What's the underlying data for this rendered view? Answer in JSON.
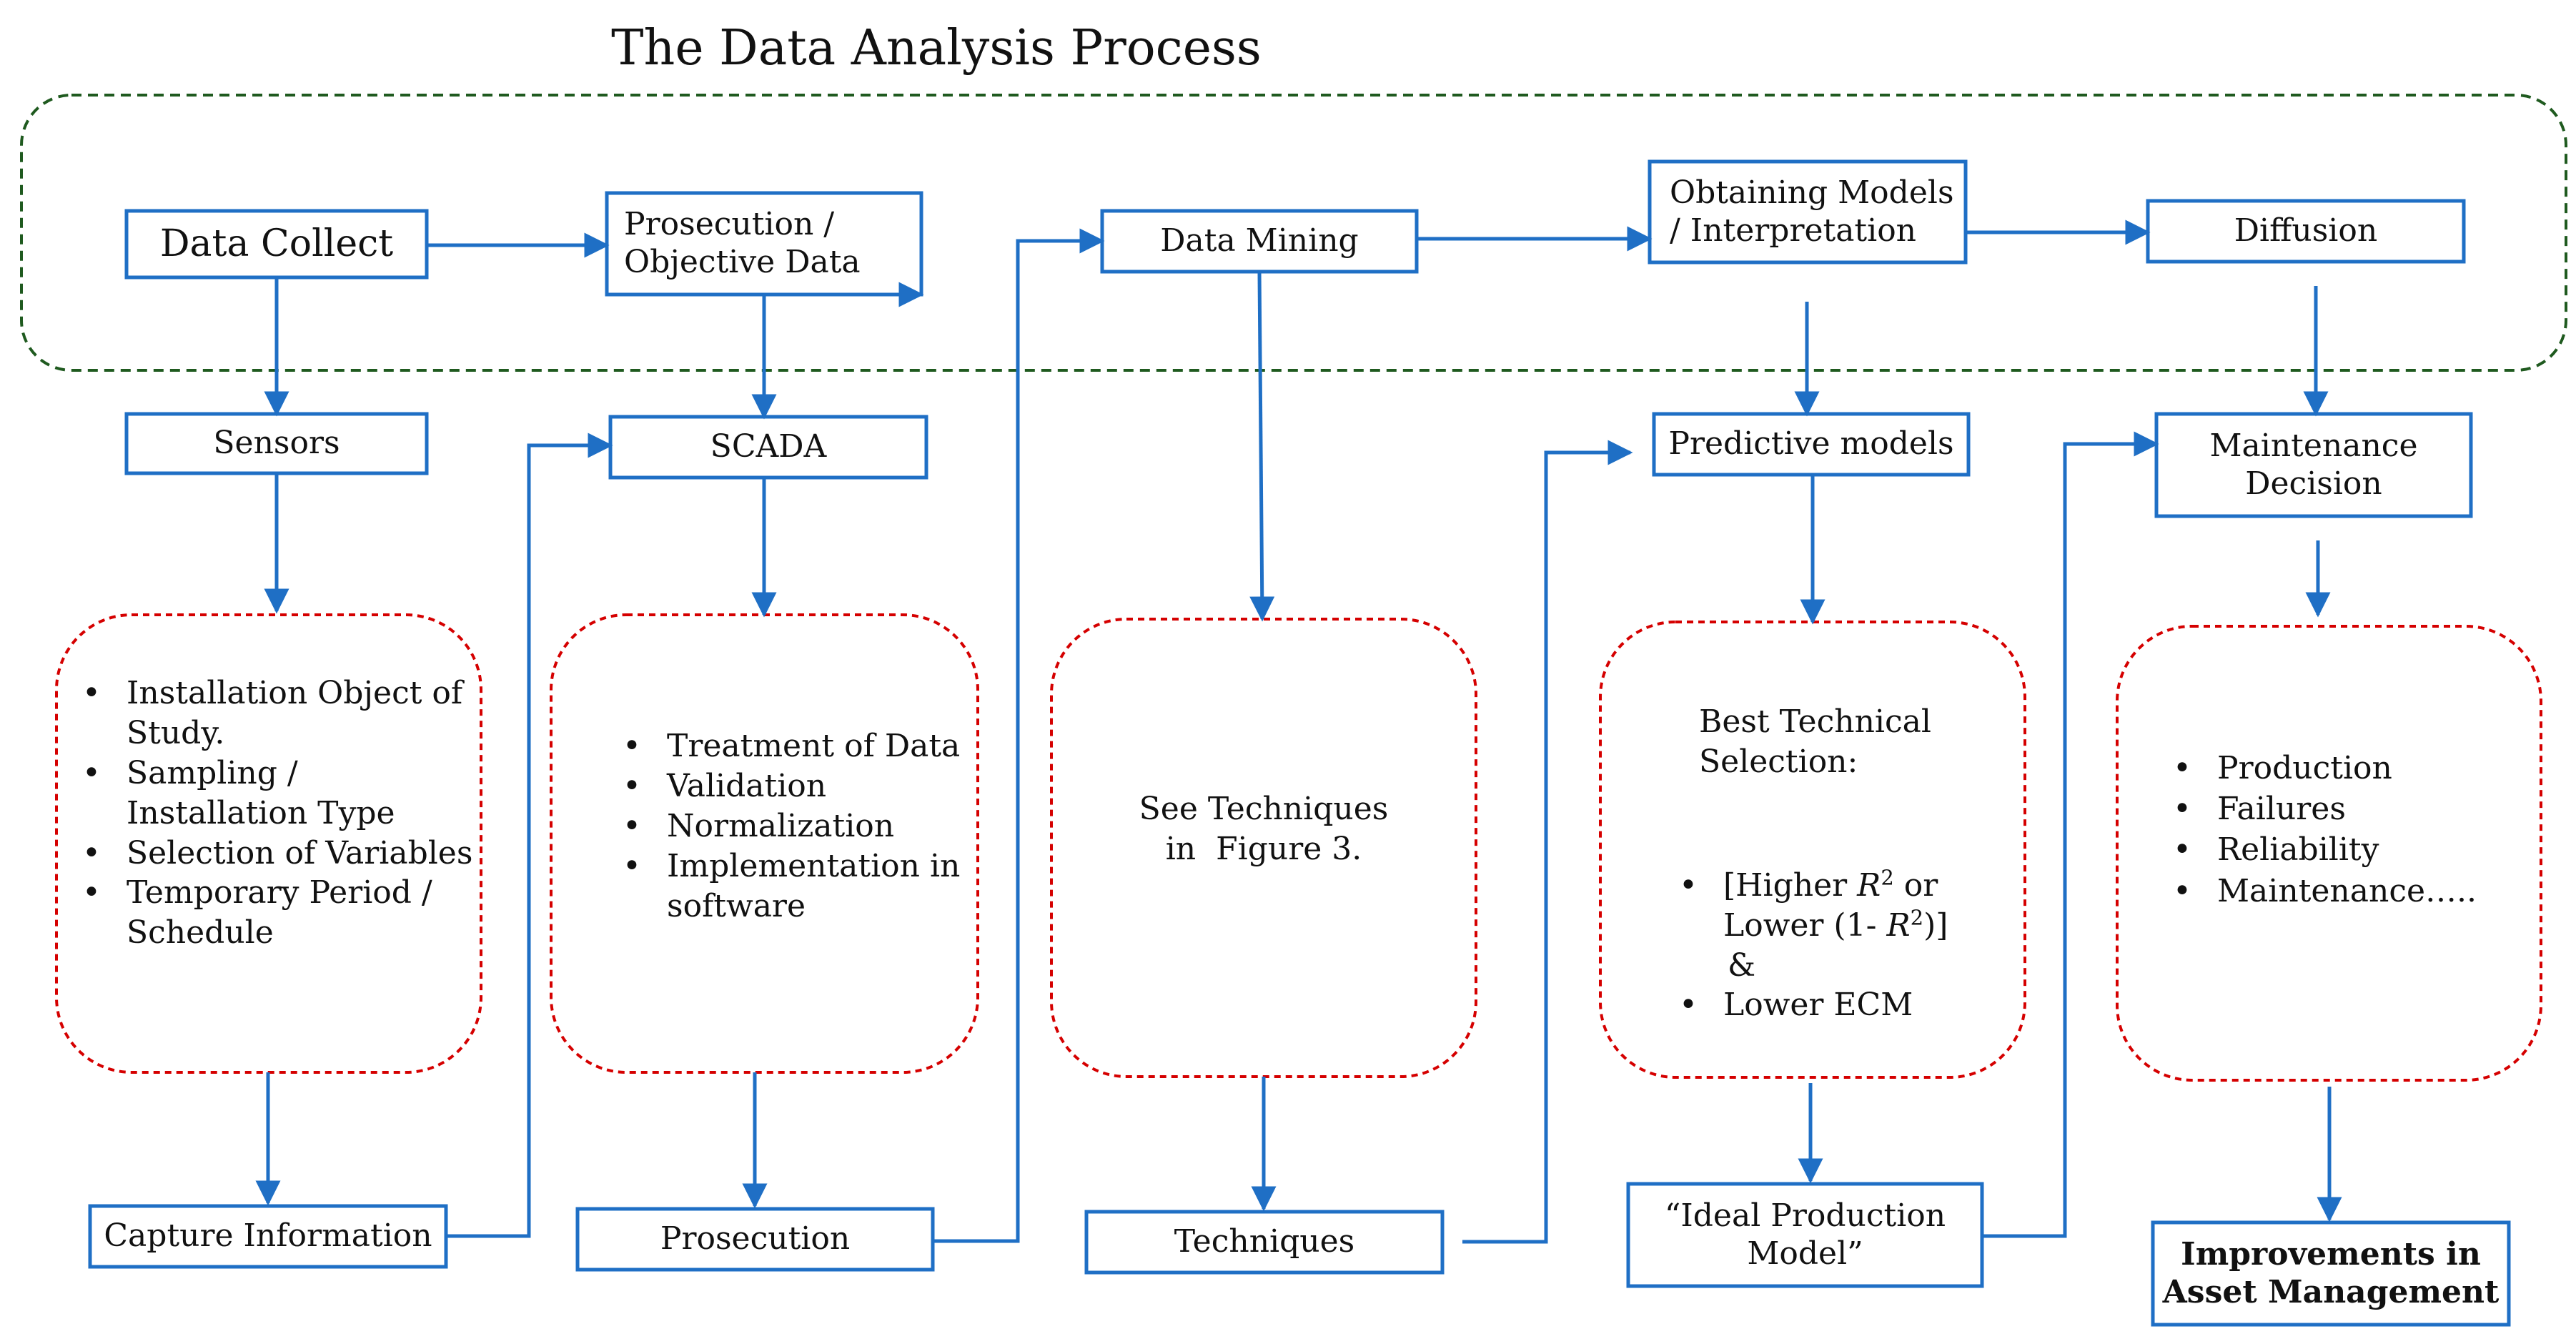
{
  "title": "The Data Analysis Process",
  "colors": {
    "flow": "#1F6FC5",
    "group": "#1F5A1F",
    "panel": "#D50000",
    "text": "#111111"
  },
  "top_row": {
    "data_collect": "Data Collect",
    "prosecution_objective": [
      "Prosecution /",
      "Objective Data"
    ],
    "data_mining": "Data Mining",
    "obtaining_models": [
      "Obtaining Models",
      "/ Interpretation"
    ],
    "diffusion": "Diffusion"
  },
  "middle_row": {
    "sensors": "Sensors",
    "scada": "SCADA",
    "predictive_models": "Predictive models",
    "maintenance_decision": [
      "Maintenance",
      "Decision"
    ]
  },
  "panels": {
    "p1": [
      "Installation Object of Study.",
      "Sampling / Installation Type",
      "Selection of Variables",
      "Temporary Period / Schedule"
    ],
    "p2": [
      "Treatment of Data",
      "Validation",
      "Normalization",
      "Implementation in software"
    ],
    "p3": [
      "See Techniques",
      "in  Figure 3."
    ],
    "p4": {
      "heading": [
        "Best Technical",
        "Selection:"
      ],
      "item1": [
        "[Higher ",
        "R",
        "2",
        " or",
        "Lower (1- ",
        "R",
        "2",
        ")]"
      ],
      "amp": "&",
      "item2": "Lower ECM"
    },
    "p5": [
      "Production",
      "Failures",
      "Reliability",
      "Maintenance….."
    ]
  },
  "bottom_row": {
    "capture": "Capture Information",
    "prosecution": "Prosecution",
    "techniques": "Techniques",
    "ideal": [
      "“Ideal Production",
      "Model”"
    ],
    "improvements": [
      "Improvements in",
      "Asset Management"
    ]
  }
}
